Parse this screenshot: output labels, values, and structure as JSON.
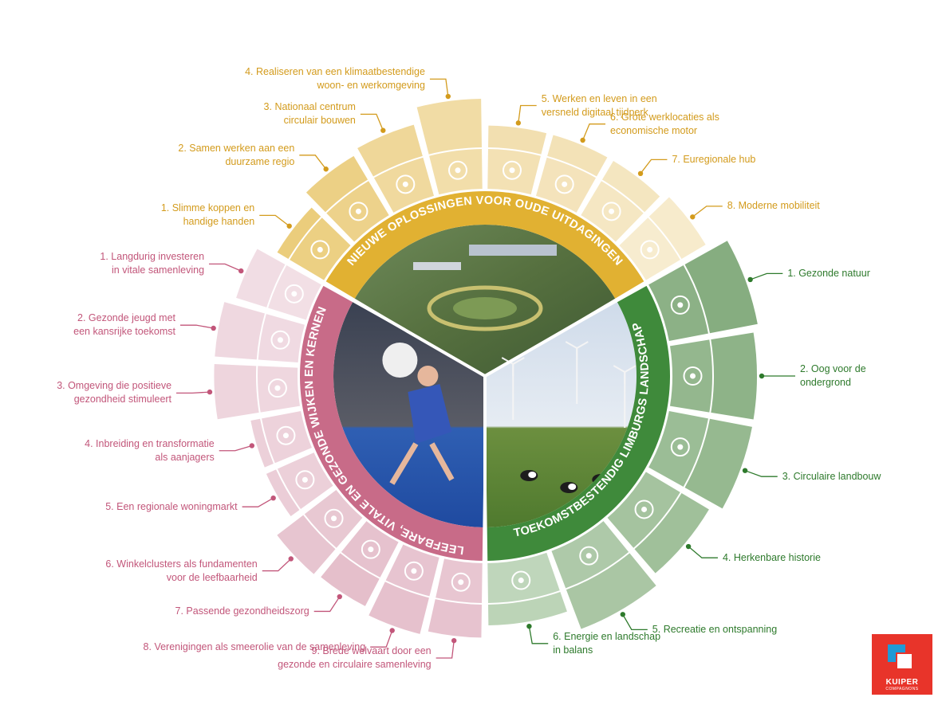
{
  "colors": {
    "gold": "#e0b43a",
    "pink": "#c9607f",
    "green": "#3e8a3a"
  },
  "groups": [
    {
      "key": "gold",
      "title": "NIEUWE OPLOSSINGEN VOOR OUDE UITDAGINGEN",
      "ring_color": "#e1b132",
      "label_color": "#d39b1c",
      "photo": "aerial-campus-photo",
      "segments": [
        {
          "label": "1. Slimme koppen en\nhandige handen",
          "icon": "head-gears-icon",
          "level": 0.26,
          "color": "#ebcd7c"
        },
        {
          "label": "2. Samen werken aan een\nduurzame regio",
          "icon": "people-circle-icon",
          "level": 0.52,
          "color": "#ecd085"
        },
        {
          "label": "3. Nationaal centrum\ncirculair bouwen",
          "icon": "recycle-crane-icon",
          "level": 0.61,
          "color": "#efd799"
        },
        {
          "label": "4. Realiseren van een klimaatbestendige\nwoon- en werkomgeving",
          "icon": "thermometer-icon",
          "level": 0.9,
          "color": "#f1dca5"
        },
        {
          "label": "5. Werken en leven in een\nversneld digitaal tijdperk",
          "icon": "cloud-network-icon",
          "level": 0.42,
          "color": "#f2dfb0"
        },
        {
          "label": "6. Grote werklocaties als\neconomische motor",
          "icon": "growth-chart-icon",
          "level": 0.42,
          "color": "#f3e2b7"
        },
        {
          "label": "7. Euregionale hub",
          "icon": "eu-stars-icon",
          "level": 0.42,
          "color": "#f4e6c0"
        },
        {
          "label": "8. Moderne mobiliteit",
          "icon": "electric-car-icon",
          "level": 0.53,
          "color": "#f7ebcc"
        }
      ]
    },
    {
      "key": "green",
      "title": "TOEKOMSTBESTENDIG LIMBURGS LANDSCHAP",
      "ring_color": "#3f8a3b",
      "label_color": "#2e7a2c",
      "photo": "landscape-cows-windmills-photo",
      "segments": [
        {
          "label": "1. Gezonde natuur",
          "icon": "tree-icon",
          "level": 0.9,
          "color": "#86ad80"
        },
        {
          "label": "2. Oog voor de\nondergrond",
          "icon": "soil-layers-icon",
          "level": 0.8,
          "color": "#8eb388"
        },
        {
          "label": "3. Circulaire landbouw",
          "icon": "hand-plant-cycle-icon",
          "level": 0.8,
          "color": "#96b990"
        },
        {
          "label": "4. Herkenbare historie",
          "icon": "church-icon",
          "level": 0.6,
          "color": "#a0c09a"
        },
        {
          "label": "5. Recreatie en ontspanning",
          "icon": "cyclist-icon",
          "level": 0.78,
          "color": "#aac6a4"
        },
        {
          "label": "6. Energie en landschap\nin balans",
          "icon": "windmill-tree-icon",
          "level": 0.4,
          "color": "#bcd4b7"
        }
      ]
    },
    {
      "key": "pink",
      "title": "LEEFBARE, VITALE EN GEZONDE WIJKEN EN KERNEN",
      "ring_color": "#c86b88",
      "label_color": "#c2567a",
      "photo": "child-handball-photo",
      "segments": [
        {
          "label": "9. Brede welvaart door een\ngezonde en circulaire samenleving",
          "icon": "hand-plant-icon",
          "level": 0.62,
          "color": "#e7c3cf"
        },
        {
          "label": "8. Verenigingen als smeerolie  van de samenleving",
          "icon": "raised-hands-icon",
          "level": 0.7,
          "color": "#e6c1cd"
        },
        {
          "label": "7. Passende gezondheidszorg",
          "icon": "heart-pulse-icon",
          "level": 0.58,
          "color": "#e5bfcb"
        },
        {
          "label": "6. Winkelclusters als fundamenten\nvoor de leefbaarheid",
          "icon": "shopping-basket-icon",
          "level": 0.62,
          "color": "#e7c5d0"
        },
        {
          "label": "5. Een regionale woningmarkt",
          "icon": "house-stars-icon",
          "level": 0.22,
          "color": "#ebcdd7"
        },
        {
          "label": "4. Inbreiding en transformatie\nals aanjagers",
          "icon": "buildings-icon",
          "level": 0.2,
          "color": "#ecd0d9"
        },
        {
          "label": "3. Omgeving die positieve\ngezondheid stimuleert",
          "icon": "walking-person-icon",
          "level": 0.78,
          "color": "#eed5dd"
        },
        {
          "label": "2. Gezonde jeugd met\neen kansrijke toekomst",
          "icon": "child-balloon-icon",
          "level": 0.78,
          "color": "#efd8e0"
        },
        {
          "label": "1. Langdurig investeren\nin vitale samenleving",
          "icon": "euro-arrow-icon",
          "level": 0.6,
          "color": "#f1dde4"
        }
      ]
    }
  ],
  "logo": {
    "name": "KUIPER",
    "sub": "COMPAGNONS"
  }
}
